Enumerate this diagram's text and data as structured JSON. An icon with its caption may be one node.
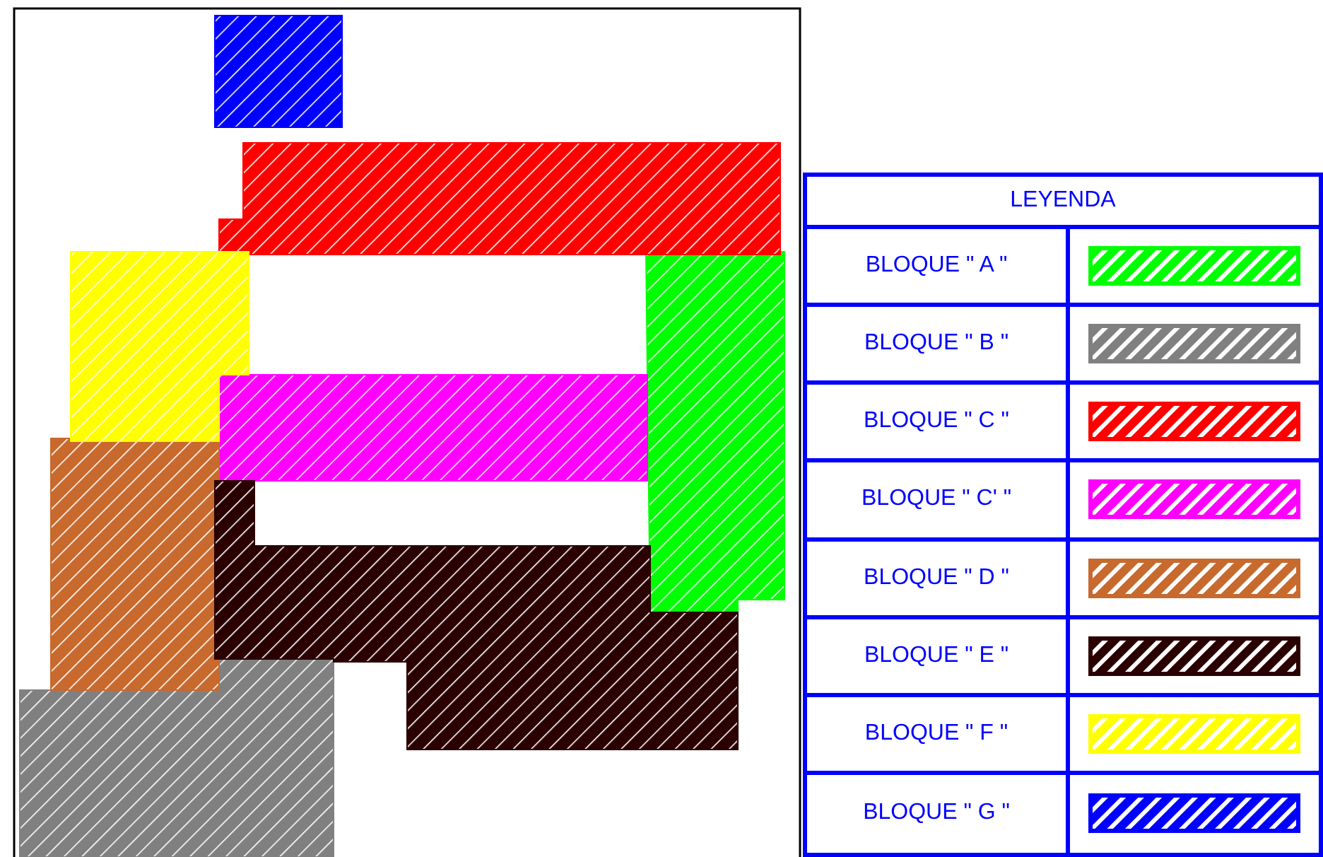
{
  "diagram": {
    "labels": [
      "LEYENDA"
    ],
    "legend": [
      {
        "text": "BLOQUE \" A \"",
        "color": "#00ff00"
      },
      {
        "text": "BLOQUE \" B \"",
        "color": "#808080"
      },
      {
        "text": "BLOQUE \" C \"",
        "color": "#ff0000"
      },
      {
        "text": "BLOQUE \" C' \"",
        "color": "#ff00ff"
      },
      {
        "text": "BLOQUE \" D \"",
        "color": "#c8692d"
      },
      {
        "text": "BLOQUE \" E \"",
        "color": "#2a0000"
      },
      {
        "text": "BLOQUE \" F \"",
        "color": "#ffff00"
      },
      {
        "text": "BLOQUE \" G \"",
        "color": "#0000ff"
      }
    ]
  }
}
